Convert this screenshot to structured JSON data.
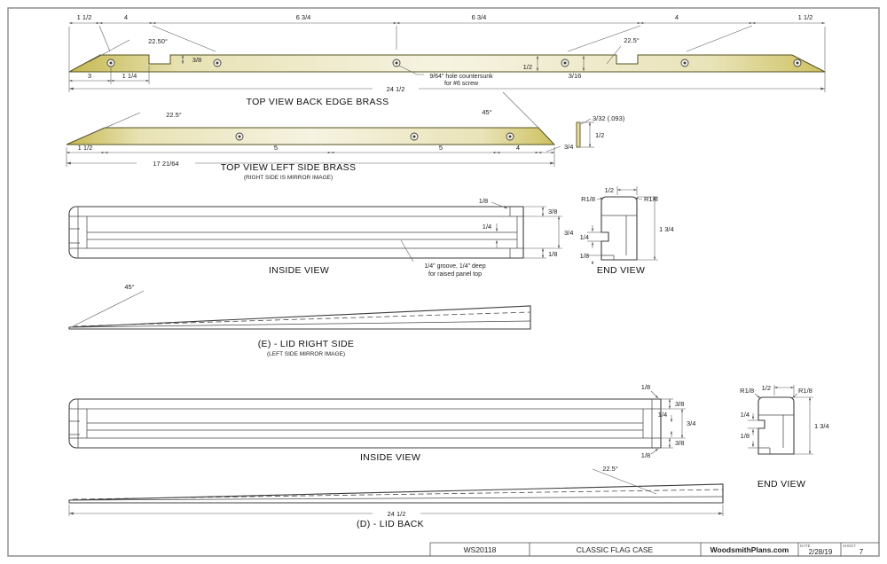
{
  "colors": {
    "brass_dark": "#c6b952",
    "brass_light": "#f6f3e2",
    "line": "#3c3c3c",
    "dim_line": "#5f5f5f",
    "border": "#8f8f8f"
  },
  "v1": {
    "title": "TOP VIEW BACK EDGE BRASS",
    "dims": [
      "1 1/2",
      "4",
      "6 3/4",
      "6 3/4",
      "4",
      "1 1/2"
    ],
    "angle_left": "22.50°",
    "angle_right": "22.5°",
    "notch_depth": "3/8",
    "dim_3": "3",
    "dim_1_1_4": "1 1/4",
    "overall": "24 1/2",
    "dim_half": "1/2",
    "dim_3_16": "3/16",
    "callout1": "9/64\" hole countersunk",
    "callout2": "for #6 screw"
  },
  "v2": {
    "title": "TOP VIEW LEFT SIDE BRASS",
    "subtitle": "(RIGHT SIDE IS MIRROR IMAGE)",
    "angle_left": "22.5°",
    "angle_right": "45°",
    "dims": [
      "1 1/2",
      "5",
      "5",
      "4"
    ],
    "overall": "17 21/64",
    "dim_3_4": "3/4"
  },
  "detail": {
    "thickness": "3/32 (.093)",
    "height": "1/2"
  },
  "iv1": {
    "title": "INSIDE VIEW",
    "dim_top": "1/8",
    "band_top": "3/8",
    "groove": "1/4",
    "mid": "3/4",
    "bottom": "1/8",
    "callout1": "1/4\" groove, 1/4\" deep",
    "callout2": "for raised panel top"
  },
  "ev1": {
    "title": "END VIEW",
    "width": "1/2",
    "r_left": "R1/8",
    "r_right": "R1/8",
    "height": "1 3/4",
    "quarter": "1/4",
    "eighth": "1/8"
  },
  "we": {
    "title": "(E) - LID RIGHT SIDE",
    "subtitle": "(LEFT SIDE MIRROR IMAGE)",
    "angle": "45°"
  },
  "iv2": {
    "title": "INSIDE VIEW",
    "dim_top": "1/8",
    "band_top": "3/8",
    "groove": "1/4",
    "mid": "3/4",
    "band_bottom": "3/8",
    "dim_bottom": "1/8"
  },
  "ev2": {
    "title": "END VIEW",
    "width": "1/2",
    "r_left": "R1/8",
    "r_right": "R1/8",
    "height": "1 3/4",
    "quarter": "1/4",
    "eighth": "1/8"
  },
  "wd": {
    "title": "(D) - LID BACK",
    "angle": "22.5°",
    "overall": "24 1/2"
  },
  "tb": {
    "code": "WS20118",
    "project": "CLASSIC FLAG CASE",
    "site": "WoodsmithPlans.com",
    "date_label": "DATE",
    "date": "2/28/19",
    "sheet_label": "SHEET",
    "sheet": "7"
  }
}
